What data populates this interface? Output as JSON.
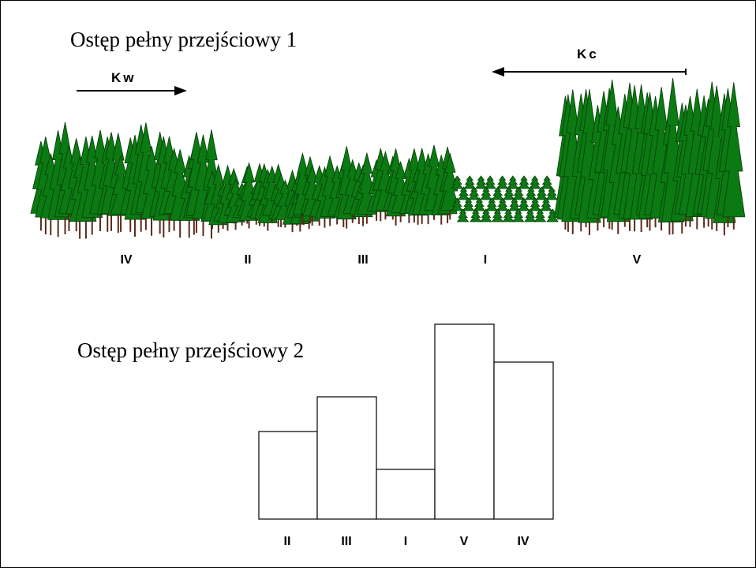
{
  "diagram1": {
    "title": "Ostęp pełny przejściowy 1",
    "arrow_left_label": "Kw",
    "arrow_right_label": "Kc",
    "stand_labels": [
      "IV",
      "II",
      "III",
      "I",
      "V"
    ]
  },
  "diagram2": {
    "title": "Ostęp pełny przejściowy 2",
    "bar_labels": [
      "II",
      "III",
      "I",
      "V",
      "IV"
    ]
  },
  "colors": {
    "tree_fill": "#0b7a12",
    "tree_stroke": "#053d08",
    "trunk": "#5a2a1a"
  }
}
